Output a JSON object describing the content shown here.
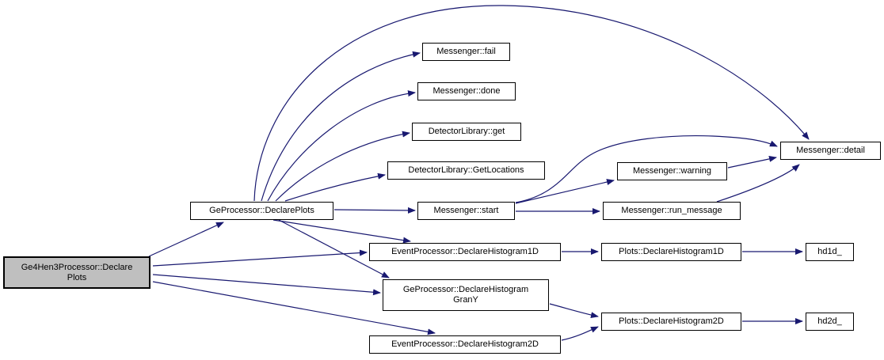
{
  "diagram": {
    "type": "doxygen-call-graph",
    "edge_color": "#191970",
    "highlight_fill": "#bfbfbf",
    "node_fill": "#ffffff",
    "nodes": {
      "ge4hen3_declare_plots": {
        "line1": "Ge4Hen3Processor::Declare",
        "line2": "Plots"
      },
      "geprocessor_declare_plots": {
        "label": "GeProcessor::DeclarePlots"
      },
      "messenger_fail": {
        "label": "Messenger::fail"
      },
      "messenger_done": {
        "label": "Messenger::done"
      },
      "detectorlibrary_get": {
        "label": "DetectorLibrary::get"
      },
      "detectorlibrary_getlocations": {
        "label": "DetectorLibrary::GetLocations"
      },
      "messenger_start": {
        "label": "Messenger::start"
      },
      "messenger_warning": {
        "label": "Messenger::warning"
      },
      "messenger_run_message": {
        "label": "Messenger::run_message"
      },
      "messenger_detail": {
        "label": "Messenger::detail"
      },
      "eventprocessor_declare_histogram1d": {
        "label": "EventProcessor::DeclareHistogram1D"
      },
      "plots_declare_histogram1d": {
        "label": "Plots::DeclareHistogram1D"
      },
      "hd1d": {
        "label": "hd1d_"
      },
      "geprocessor_declare_histogram_grany": {
        "line1": "GeProcessor::DeclareHistogram",
        "line2": "GranY"
      },
      "eventprocessor_declare_histogram2d": {
        "label": "EventProcessor::DeclareHistogram2D"
      },
      "plots_declare_histogram2d": {
        "label": "Plots::DeclareHistogram2D"
      },
      "hd2d": {
        "label": "hd2d_"
      }
    }
  }
}
